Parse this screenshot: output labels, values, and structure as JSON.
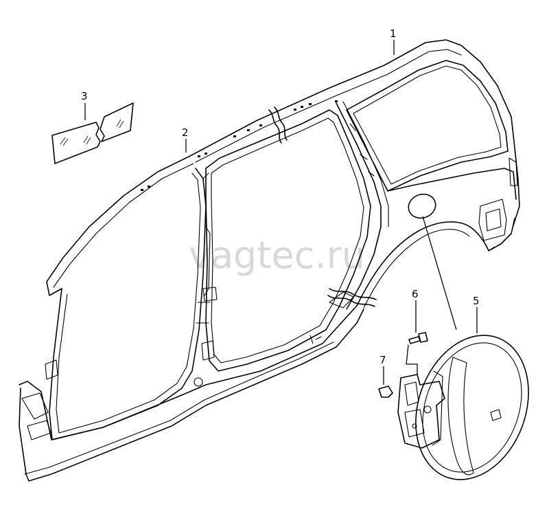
{
  "watermark": "vagtec.ru",
  "callouts": {
    "c1": "1",
    "c2": "2",
    "c3": "3",
    "c5": "5",
    "c6": "6",
    "c7": "7"
  }
}
